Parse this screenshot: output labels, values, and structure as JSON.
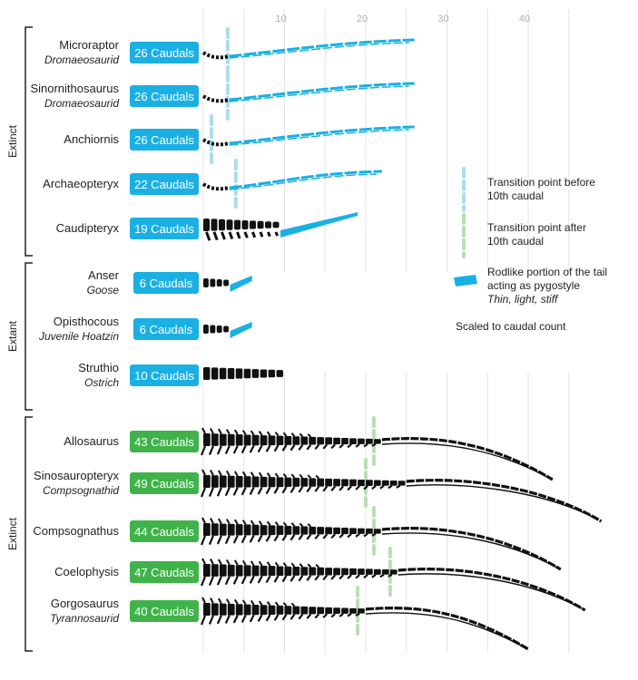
{
  "chart_data": {
    "type": "bar",
    "x_ticks": [
      10,
      20,
      30,
      40
    ],
    "x_range": [
      0,
      45
    ],
    "colors": {
      "blue": "#1ab0e4",
      "green": "#3fb34a",
      "vertebra": "#111111",
      "blue_marker": "#a9ddef",
      "green_marker": "#b8e0b3",
      "grid": "#e4e4e4"
    },
    "groups": [
      {
        "label": "Extinct"
      },
      {
        "label": "Extant"
      },
      {
        "label": "Extinct"
      }
    ],
    "taxa": [
      {
        "name": "Microraptor",
        "sub": "Dromaeosaurid",
        "badge": "26 Caudals",
        "caudals": 26,
        "color": "blue",
        "group": 0,
        "transition": 3,
        "marker": "blue",
        "style": "thin"
      },
      {
        "name": "Sinornithosaurus",
        "sub": "Dromaeosaurid",
        "badge": "26 Caudals",
        "caudals": 26,
        "color": "blue",
        "group": 0,
        "transition": 3,
        "marker": "blue",
        "style": "thin"
      },
      {
        "name": "Anchiornis",
        "sub": "",
        "badge": "26 Caudals",
        "caudals": 26,
        "color": "blue",
        "group": 0,
        "transition": 1,
        "marker": "blue",
        "style": "thin"
      },
      {
        "name": "Archaeopteryx",
        "sub": "",
        "badge": "22 Caudals",
        "caudals": 22,
        "color": "blue",
        "group": 0,
        "transition": 4,
        "marker": "blue",
        "style": "thin"
      },
      {
        "name": "Caudipteryx",
        "sub": "",
        "badge": "19 Caudals",
        "caudals": 19,
        "color": "blue",
        "group": 0,
        "transition": null,
        "marker": null,
        "style": "rod"
      },
      {
        "name": "Anser",
        "sub": "Goose",
        "badge": "6 Caudals",
        "caudals": 6,
        "color": "blue",
        "group": 1,
        "transition": null,
        "marker": null,
        "style": "rod"
      },
      {
        "name": "Opisthocous",
        "sub": "Juvenile Hoatzin",
        "badge": "6 Caudals",
        "caudals": 6,
        "color": "blue",
        "group": 1,
        "transition": null,
        "marker": null,
        "style": "rod"
      },
      {
        "name": "Struthio",
        "sub": "Ostrich",
        "badge": "10 Caudals",
        "caudals": 10,
        "color": "blue",
        "group": 1,
        "transition": null,
        "marker": null,
        "style": "stub"
      },
      {
        "name": "Allosaurus",
        "sub": "",
        "badge": "43 Caudals",
        "caudals": 43,
        "color": "green",
        "group": 2,
        "transition": 21,
        "marker": "green",
        "style": "heavy"
      },
      {
        "name": "Sinosauropteryx",
        "sub": "Compsognathid",
        "badge": "49 Caudals",
        "caudals": 49,
        "color": "green",
        "group": 2,
        "transition": 20,
        "marker": "green",
        "style": "heavy"
      },
      {
        "name": "Compsognathus",
        "sub": "",
        "badge": "44 Caudals",
        "caudals": 44,
        "color": "green",
        "group": 2,
        "transition": 21,
        "marker": "green",
        "style": "heavy"
      },
      {
        "name": "Coelophysis",
        "sub": "",
        "badge": "47 Caudals",
        "caudals": 47,
        "color": "green",
        "group": 2,
        "transition": 23,
        "marker": "green",
        "style": "heavy"
      },
      {
        "name": "Gorgosaurus",
        "sub": "Tyrannosaurid",
        "badge": "40 Caudals",
        "caudals": 40,
        "color": "green",
        "group": 2,
        "transition": 19,
        "marker": "green",
        "style": "heavy"
      }
    ],
    "legend": [
      {
        "kind": "blue-dash",
        "text": "Transition point before 10th caudal",
        "sub": ""
      },
      {
        "kind": "green-dash",
        "text": "Transition point after 10th caudal",
        "sub": ""
      },
      {
        "kind": "rod",
        "text": "Rodlike portion of the tail acting as pygostyle",
        "sub": "Thin, light, stiff"
      },
      {
        "kind": "note",
        "text": "Scaled to caudal count",
        "sub": ""
      }
    ]
  }
}
